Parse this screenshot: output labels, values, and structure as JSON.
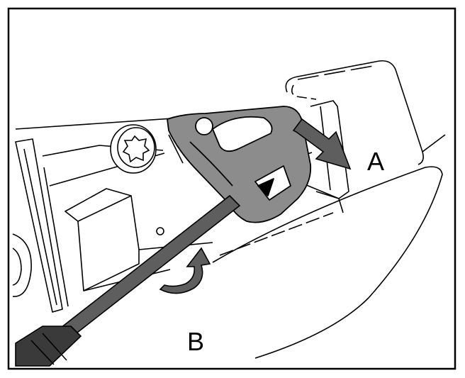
{
  "figure": {
    "callouts": {
      "a": "A",
      "b": "B"
    },
    "colors": {
      "line": "#000000",
      "background": "#ffffff",
      "bracket_fill": "#8c8c8c",
      "tool_fill": "#5e5e5e",
      "handle_fill": "#3a3a3a"
    },
    "parts": [
      "panel-housing",
      "screw-icon",
      "clip-bracket",
      "screwdriver",
      "push-arrow-icon",
      "rotate-arrow-icon"
    ]
  }
}
